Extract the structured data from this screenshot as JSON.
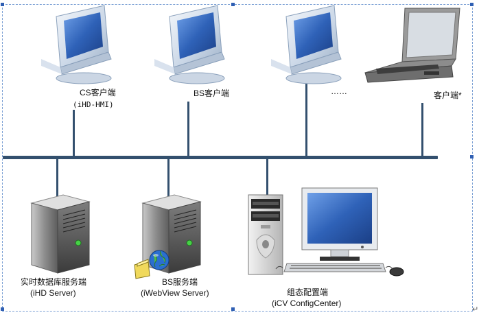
{
  "clients": [
    {
      "label": "CS客户端",
      "sublabel": "(iHD-HMI)"
    },
    {
      "label": "BS客户端"
    },
    {
      "label": "……"
    },
    {
      "label": "客户端*"
    }
  ],
  "servers": [
    {
      "label": "实时数据库服务端",
      "sublabel": "(iHD Server)"
    },
    {
      "label": "BS服务端",
      "sublabel": "(iWebView Server)"
    },
    {
      "label": "组态配置端",
      "sublabel": "(iCV ConfigCenter)"
    }
  ],
  "icons": [
    "monitor-icon",
    "laptop-icon",
    "server-tower-icon",
    "globe-icon",
    "workstation-icon"
  ],
  "colors": {
    "bus": "#33506e",
    "screen": "#2f62b8",
    "frame": "#7a9fd4"
  }
}
